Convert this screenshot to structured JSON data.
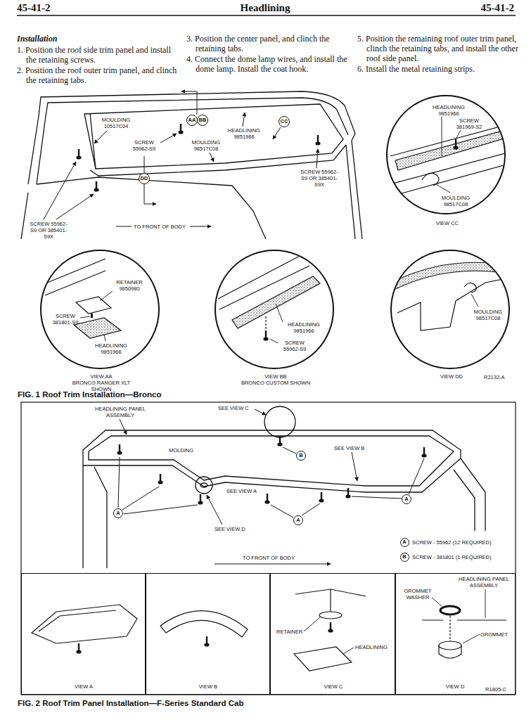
{
  "diagram": {
    "title": "Headlining",
    "nodes": [
      {
        "text": [
          "AA"
        ]
      },
      {
        "text": [
          "BB"
        ]
      },
      {
        "text": [
          "CC"
        ]
      },
      {
        "text": [
          "DD"
        ]
      },
      {
        "text": [
          "HEADLINING 9851966",
          "SCREW 381969-S2",
          "MOULDING 98517C08",
          "VIEW CC"
        ]
      },
      {
        "text": [
          "RETAINER 9850980",
          "SCREW 381801-S9",
          "HEADLINING 9851966",
          "VIEW AA",
          "BRONCO RANGER XLT SHOWN"
        ]
      },
      {
        "text": [
          "HEADLINING 9851966",
          "SCREW 55962-S9",
          "VIEW BB",
          "BRONCO CUSTOM SHOWN"
        ]
      },
      {
        "text": [
          "MOULDING 98517C08",
          "VIEW DD"
        ]
      },
      {
        "text": [
          "B"
        ]
      },
      {
        "text": [
          "A"
        ]
      },
      {
        "text": [
          "A"
        ]
      },
      {
        "text": [
          "A"
        ]
      },
      {
        "text": [
          "A"
        ]
      },
      {
        "text": [
          "B"
        ]
      },
      {
        "text": [
          "VIEW A"
        ]
      },
      {
        "text": [
          "VIEW B"
        ]
      },
      {
        "text": [
          "RETAINER",
          "HEADLINING",
          "VIEW C"
        ]
      },
      {
        "text": [
          "GROMMET WASHER",
          "HEADLINING PANEL ASSEMBLY",
          "GROMMET",
          "VIEW D"
        ]
      }
    ],
    "labels": [
      "45-41-2",
      "45-41-2",
      "Installation",
      "1. Position the roof side trim panel and install the retaining screws.",
      "2. Position the roof outer trim panel, and clinch the retaining tabs.",
      "3. Position the center panel, and clinch the retaining tabs.",
      "4. Connect the dome lamp wires, and install the dome lamp. Install the coat hook.",
      "5. Position the remaining roof outer trim panel, clinch the retaining tabs, and install the other roof side panel.",
      "6. Install the metal retaining strips.",
      "MOULDING 10517C04",
      "SCREW 55962-S9",
      "MOULDING 98517C08",
      "HEADLINING 9851966",
      "SCREW 55962-S9 OR 385401-S9X",
      "SCREW 55962-S9 OR 385401-S9X",
      "TO FRONT OF BODY",
      "R2132-A",
      "FIG. 1 Roof Trim Installation—Bronco",
      "HEADLINING PANEL ASSEMBLY",
      "SEE VIEW C",
      "MOLDING",
      "SEE VIEW B",
      "SEE VIEW A",
      "SEE VIEW D",
      "TO FRONT OF BODY",
      "R1805-C",
      "FIG. 2 Roof Trim Panel Installation—F-Series Standard Cab"
    ],
    "legend": [
      {
        "text": "SCREW - 55962 (12 REQUIRED)"
      },
      {
        "text": "SCREW - 381801 (1 REQUIRED)"
      }
    ]
  }
}
